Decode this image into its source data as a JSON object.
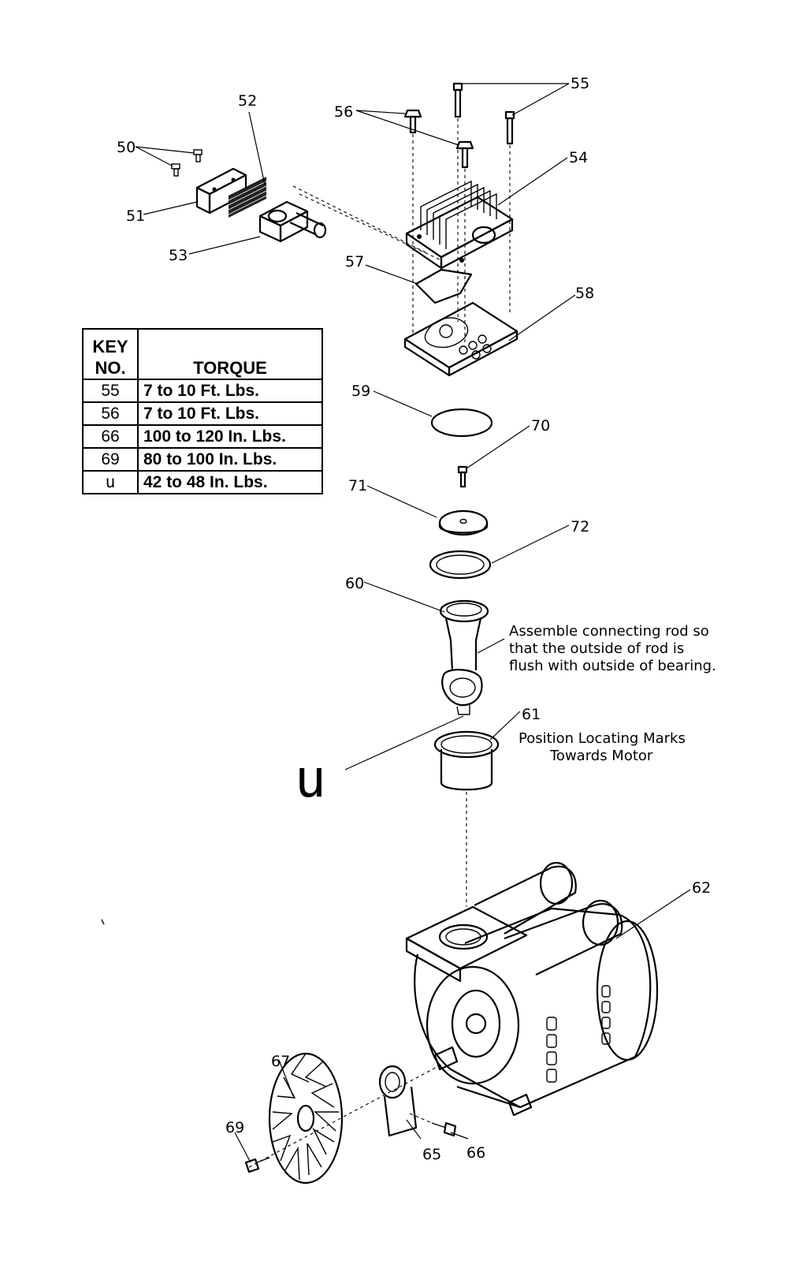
{
  "callouts": {
    "p50": "50",
    "p51": "51",
    "p52": "52",
    "p53": "53",
    "p54": "54",
    "p55": "55",
    "p56": "56",
    "p57": "57",
    "p58": "58",
    "p59": "59",
    "p60": "60",
    "p61": "61",
    "p62": "62",
    "p65": "65",
    "p66": "66",
    "p67": "67",
    "p69": "69",
    "p70": "70",
    "p71": "71",
    "p72": "72",
    "u": "u"
  },
  "notes": {
    "connecting_rod": [
      "Assemble connecting rod so",
      "that the outside of rod is",
      "flush with outside of bearing."
    ],
    "locating_marks": [
      "Position Locating Marks",
      "Towards Motor"
    ]
  },
  "torque_table": {
    "header_key_line1": "KEY",
    "header_key_line2": "NO.",
    "header_torque": "TORQUE",
    "rows": [
      {
        "key": "55",
        "torque": "7 to 10 Ft. Lbs."
      },
      {
        "key": "56",
        "torque": "7 to 10 Ft. Lbs."
      },
      {
        "key": "66",
        "torque": "100 to 120 In. Lbs."
      },
      {
        "key": "69",
        "torque": "80 to 100 In. Lbs."
      },
      {
        "key": "u",
        "torque": "42 to 48 In. Lbs."
      }
    ]
  }
}
